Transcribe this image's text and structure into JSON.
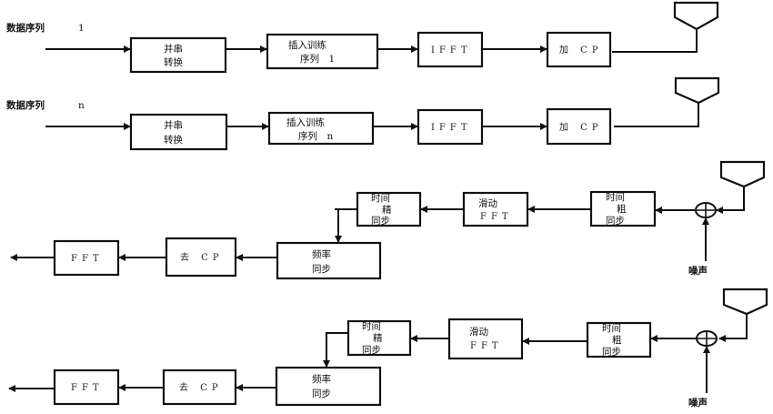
{
  "title": "OFDM multi-stream transmit/receive block diagram",
  "transmitters": [
    {
      "input_label": "数据序列",
      "input_index": "1",
      "blocks": [
        {
          "id": "ps",
          "lines": [
            "并串",
            "转换"
          ]
        },
        {
          "id": "ins",
          "lines": [
            "插入训练",
            "序列　1"
          ]
        },
        {
          "id": "ifft",
          "lines": [
            "IFFT"
          ]
        },
        {
          "id": "cp",
          "lines": [
            "加 CP"
          ]
        }
      ],
      "output": "antenna"
    },
    {
      "input_label": "数据序列",
      "input_index": "n",
      "blocks": [
        {
          "id": "ps",
          "lines": [
            "并串",
            "转换"
          ]
        },
        {
          "id": "ins",
          "lines": [
            "插入训练",
            "序列　n"
          ]
        },
        {
          "id": "ifft",
          "lines": [
            "IFFT"
          ]
        },
        {
          "id": "cp",
          "lines": [
            "加 CP"
          ]
        }
      ],
      "output": "antenna"
    }
  ],
  "receivers": [
    {
      "noise_label": "噪声",
      "blocks": [
        {
          "id": "coarse",
          "lines": [
            "时间",
            "粗",
            "同步"
          ]
        },
        {
          "id": "sfft",
          "lines": [
            "滑动",
            "FFT"
          ]
        },
        {
          "id": "fine",
          "lines": [
            "时间",
            "精",
            "同步"
          ]
        },
        {
          "id": "freq",
          "lines": [
            "频率",
            "同步"
          ]
        },
        {
          "id": "rmcp",
          "lines": [
            "去 CP"
          ]
        },
        {
          "id": "fft",
          "lines": [
            "FFT"
          ]
        }
      ]
    },
    {
      "noise_label": "噪声",
      "blocks": [
        {
          "id": "coarse",
          "lines": [
            "时间",
            "粗",
            "同步"
          ]
        },
        {
          "id": "sfft",
          "lines": [
            "滑动",
            "FFT"
          ]
        },
        {
          "id": "fine",
          "lines": [
            "时间",
            "精",
            "同步"
          ]
        },
        {
          "id": "freq",
          "lines": [
            "频率",
            "同步"
          ]
        },
        {
          "id": "rmcp",
          "lines": [
            "去 CP"
          ]
        },
        {
          "id": "fft",
          "lines": [
            "FFT"
          ]
        }
      ]
    }
  ]
}
